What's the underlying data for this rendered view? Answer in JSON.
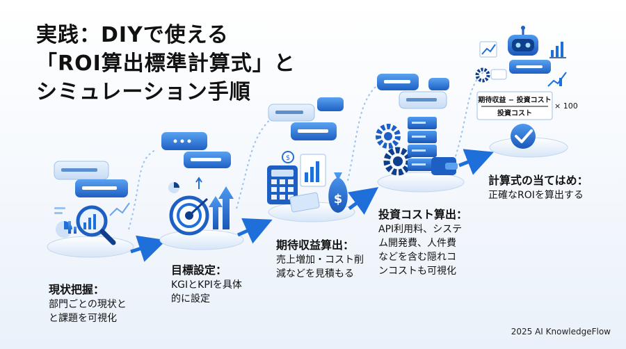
{
  "title": {
    "line1": "実践：DIYで使える",
    "line2": "「ROI算出標準計算式」と",
    "line3": "シミュレーション手順"
  },
  "steps": [
    {
      "head": "現状把握：",
      "body": "部門ごとの現状と\nと課題を可視化"
    },
    {
      "head": "目標設定：",
      "body": "KGIとKPIを具体\n的に設定"
    },
    {
      "head": "期待収益算出：",
      "body": "売上増加・コスト削\n減などを見積もる"
    },
    {
      "head": "投資コスト算出：",
      "body": "API利用料、システ\nム開発費、人件費\nなどを含む隠れコ\nンコストも可視化"
    },
    {
      "head": "計算式の当てはめ：",
      "body": "正確なROIを算出する"
    }
  ],
  "formula": {
    "numerator": "期待収益 − 投資コスト",
    "denominator": "投資コスト",
    "multiplier": "× 100"
  },
  "colors": {
    "accent": "#1e6fd9",
    "dark": "#0f3f8c",
    "light": "#cfe1f7"
  },
  "credit": "2025 AI KnowledgeFlow"
}
